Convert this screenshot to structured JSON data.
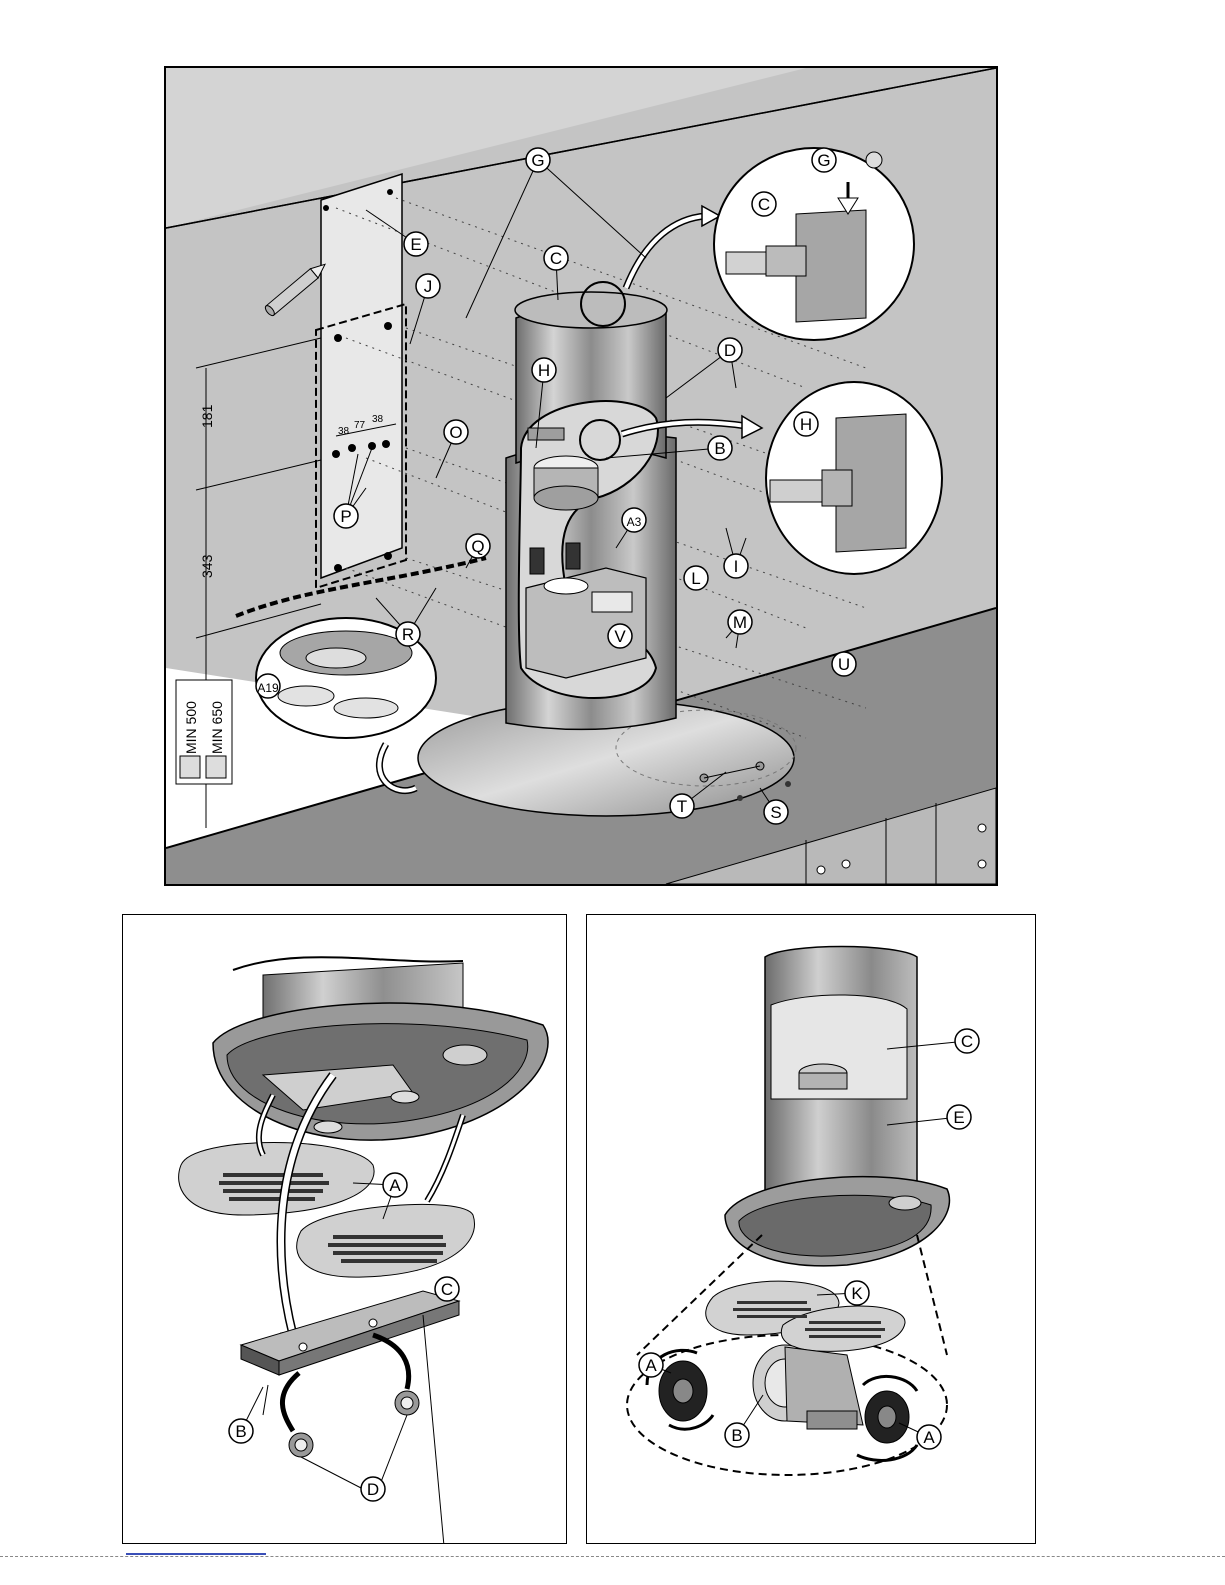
{
  "main_panel": {
    "part_labels": [
      "G",
      "G",
      "C",
      "C",
      "E",
      "J",
      "D",
      "H",
      "H",
      "B",
      "O",
      "P",
      "Q",
      "A3",
      "I",
      "L",
      "M",
      "V",
      "R",
      "U",
      "T",
      "S",
      "A19"
    ],
    "dimensions": {
      "vertical_1": "181",
      "vertical_2": "343",
      "spacing_1": "38",
      "spacing_2": "77",
      "spacing_3": "38"
    },
    "min_clearance": [
      "MIN 500",
      "MIN 650"
    ]
  },
  "lights_panel": {
    "part_labels": [
      "A",
      "C",
      "B",
      "D"
    ]
  },
  "filter_panel": {
    "part_labels": [
      "C",
      "E",
      "K",
      "A",
      "B",
      "A"
    ]
  },
  "colors": {
    "wall": "#bdbdbd",
    "counter": "#8a8a8a",
    "steel": "#a7a7a7",
    "steel_light": "#dcdcdc",
    "outline": "#000000"
  }
}
